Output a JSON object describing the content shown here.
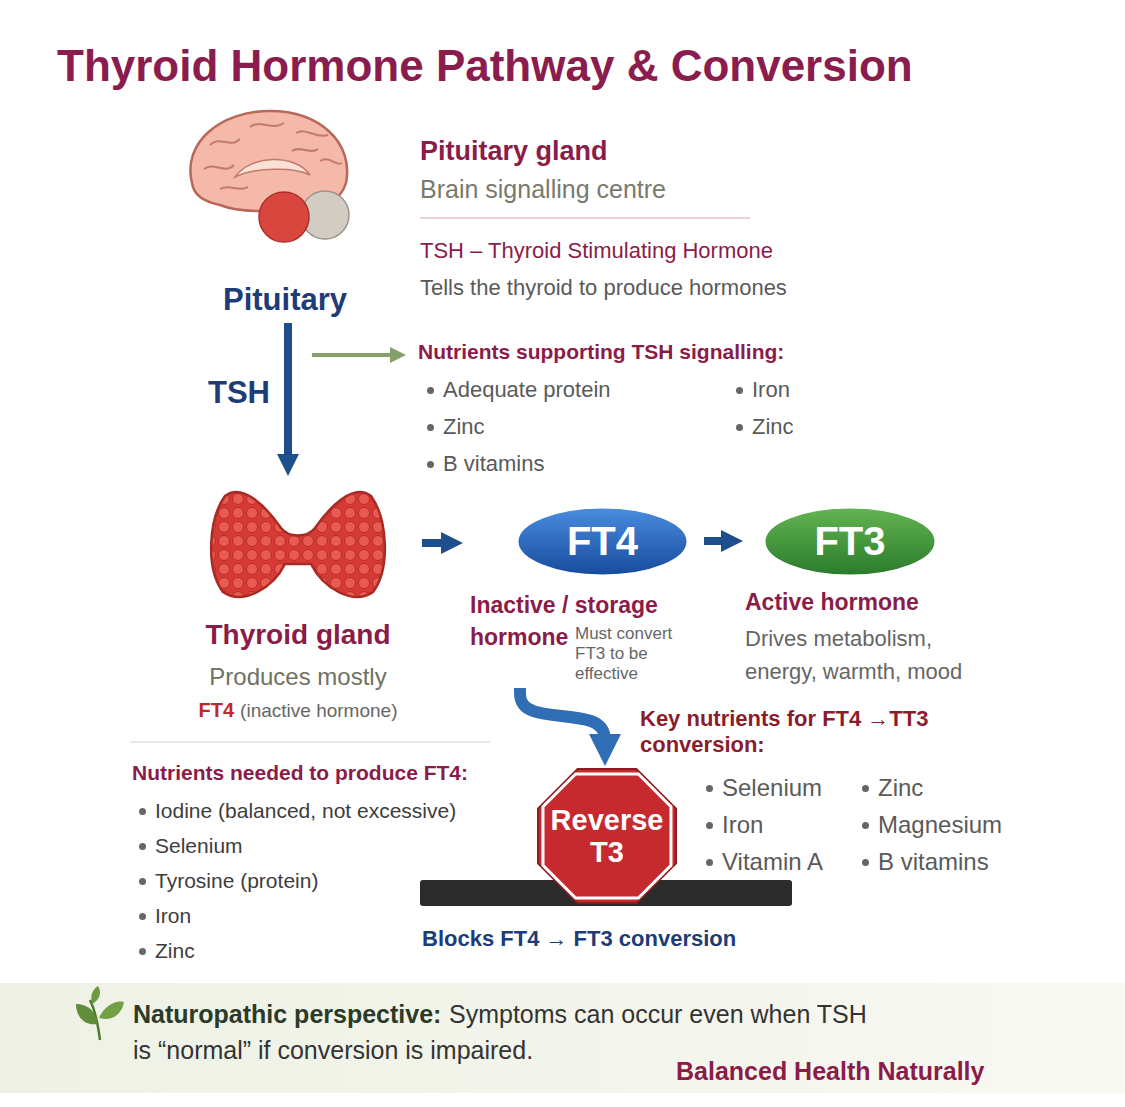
{
  "diagram": {
    "title": "Thyroid Hormone Pathway & Conversion",
    "nodes": [
      {
        "text": [
          "Pituitary"
        ]
      },
      {
        "text": [
          "Thyroid gland",
          "Produces mostly",
          "FT4",
          "(inactive hormone)"
        ]
      },
      {
        "text": [
          "FT4",
          "Inactive / storage hormone",
          "Must convert FT3 to be effective"
        ]
      },
      {
        "text": [
          "FT3",
          "Active hormone",
          "Drives metabolism, energy, warmth, mood"
        ]
      },
      {
        "text": [
          "Reverse T3",
          "Blocks FT4 → FT3 conversion"
        ]
      }
    ],
    "edges": [
      {
        "from": 0,
        "to": 1,
        "label": "TSH",
        "arrow": "to"
      },
      {
        "from": 1,
        "to": 2,
        "arrow": "to"
      },
      {
        "from": 2,
        "to": 3,
        "arrow": "to"
      },
      {
        "from": 2,
        "to": 4,
        "arrow": "to"
      }
    ],
    "labels": [
      "Pituitary gland",
      "Brain signalling centre",
      "TSH – Thyroid Stimulating Hormone",
      "Tells the thyroid to produce hormones",
      "Nutrients supporting TSH signalling:",
      "Adequate protein",
      "Zinc",
      "B vitamins",
      "Iron",
      "Zinc",
      "Nutrients needed to produce FT4:",
      "Iodine (balanced, not excessive)",
      "Selenium",
      "Tyrosine (protein)",
      "Iron",
      "Zinc",
      "Key nutrients for FT4 →TT3 conversion:",
      "Selenium",
      "Zinc",
      "Iron",
      "Magnesium",
      "Vitamin A",
      "B vitamins",
      "Naturopathic perspective:",
      "Symptoms can occur even when TSH is “normal” if conversion is impaired.",
      "Balanced Health Naturally"
    ]
  }
}
